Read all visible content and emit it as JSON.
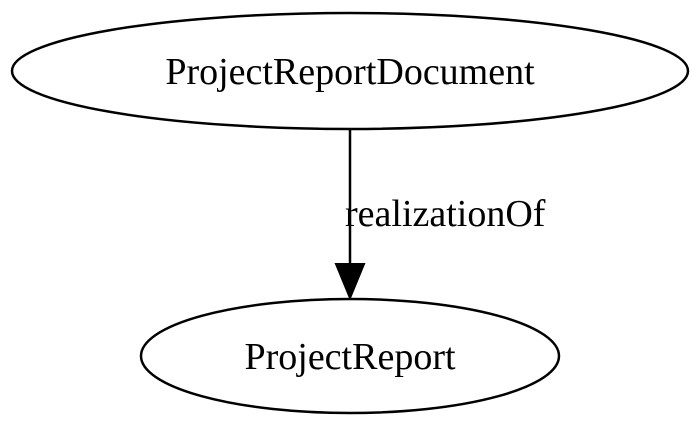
{
  "diagram": {
    "nodes": [
      {
        "id": "doc",
        "label": "ProjectReportDocument"
      },
      {
        "id": "report",
        "label": "ProjectReport"
      }
    ],
    "edges": [
      {
        "from": "doc",
        "to": "report",
        "label": "realizationOf"
      }
    ],
    "colors": {
      "stroke": "#000000",
      "background": "#ffffff"
    }
  }
}
